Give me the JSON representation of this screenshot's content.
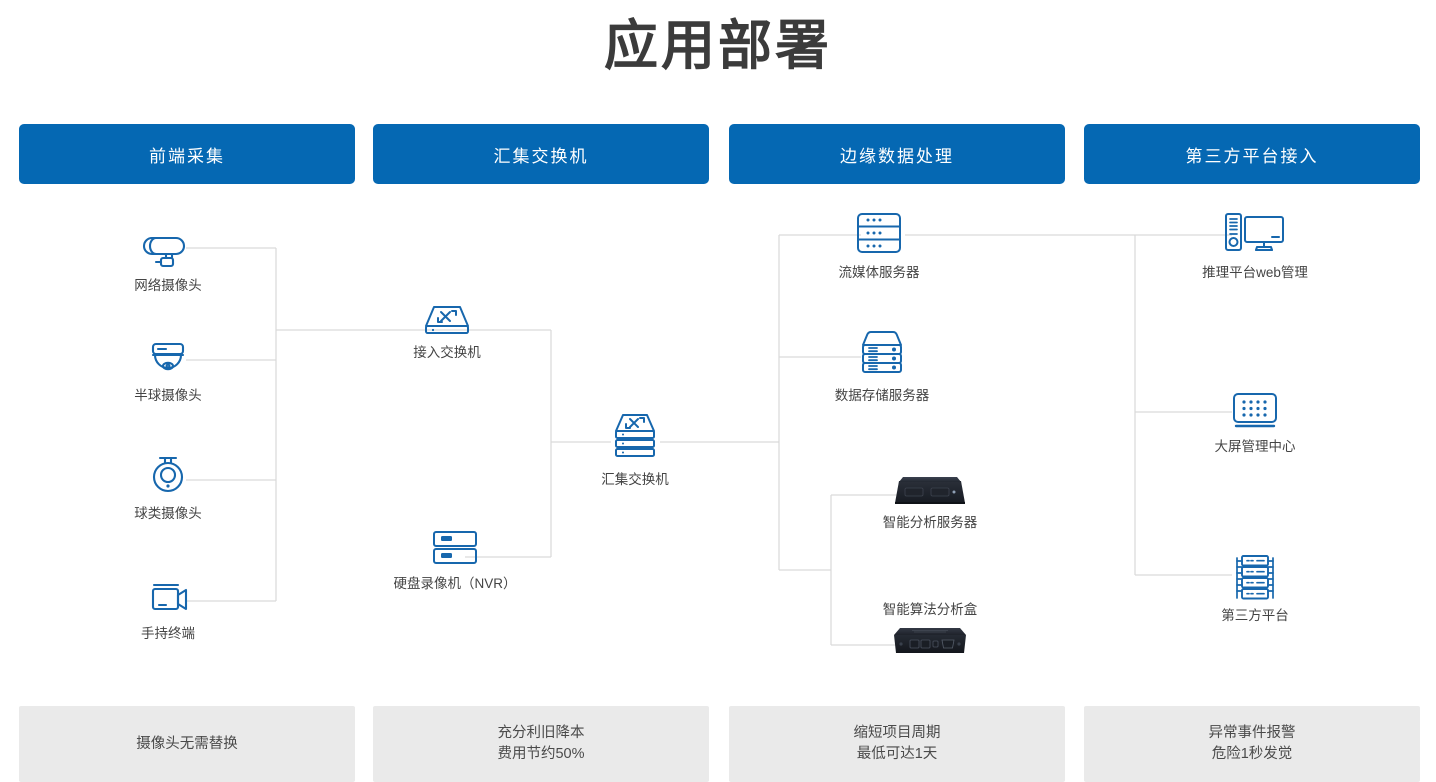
{
  "page": {
    "title": "应用部署",
    "accent_color": "#0568b3",
    "icon_color": "#1767ad",
    "wire_color": "#d6d6d6",
    "footer_bg": "#eaeaea"
  },
  "columns": [
    {
      "id": "front-end-capture",
      "header": "前端采集",
      "footer": "摄像头无需替换"
    },
    {
      "id": "aggregation-switch",
      "header": "汇集交换机",
      "footer": "充分利旧降本\n费用节约50%"
    },
    {
      "id": "edge-data-process",
      "header": "边缘数据处理",
      "footer": "缩短项目周期\n最低可达1天"
    },
    {
      "id": "third-party-access",
      "header": "第三方平台接入",
      "footer": "异常事件报警\n危险1秒发觉"
    }
  ],
  "nodes": {
    "network_camera": {
      "label": "网络摄像头",
      "icon": "bullet-camera-icon"
    },
    "dome_camera": {
      "label": "半球摄像头",
      "icon": "dome-camera-icon"
    },
    "ptz_camera": {
      "label": "球类摄像头",
      "icon": "ptz-camera-icon"
    },
    "handheld_terminal": {
      "label": "手持终端",
      "icon": "camcorder-icon"
    },
    "access_switch": {
      "label": "接入交换机",
      "icon": "switch-icon"
    },
    "nvr": {
      "label": "硬盘录像机（NVR）",
      "icon": "nvr-icon"
    },
    "aggregation_switch": {
      "label": "汇集交换机",
      "icon": "stacked-switch-icon"
    },
    "streaming_server": {
      "label": "流媒体服务器",
      "icon": "rack-server-icon"
    },
    "storage_server": {
      "label": "数据存储服务器",
      "icon": "storage-server-icon"
    },
    "analysis_server": {
      "label": "智能分析服务器",
      "icon": "analysis-server-photo"
    },
    "algorithm_box": {
      "label": "智能算法分析盒",
      "icon": "algorithm-box-photo"
    },
    "web_management": {
      "label": "推理平台web管理",
      "icon": "desktop-pc-icon"
    },
    "video_wall_center": {
      "label": "大屏管理中心",
      "icon": "video-wall-icon"
    },
    "third_party_platform": {
      "label": "第三方平台",
      "icon": "server-cluster-icon"
    }
  }
}
